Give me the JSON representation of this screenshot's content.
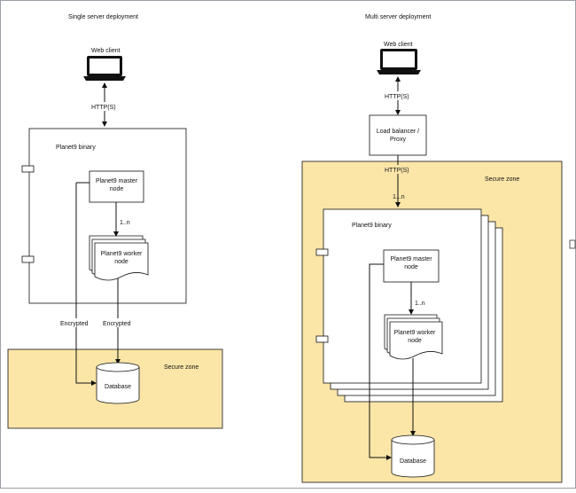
{
  "left": {
    "title": "Single server deployment",
    "web_client": "Web client",
    "http": "HTTP(S)",
    "binary": "Planet9 binary",
    "master_line1": "Planet9 master",
    "master_line2": "node",
    "multiplicity": "1..n",
    "worker_line1": "Planet9 worker",
    "worker_line2": "node",
    "encrypted_left": "Encrypted",
    "encrypted_right": "Encrypted",
    "secure_zone": "Secure zone",
    "database": "Database"
  },
  "right": {
    "title": "Multi server deployment",
    "web_client": "Web client",
    "http_top": "HTTP(S)",
    "lb_line1": "Load balancer /",
    "lb_line2": "Proxy",
    "http_bottom": "HTTP(S)",
    "multiplicity_top": "1...n",
    "secure_zone": "Secure zone",
    "binary": "Planet9 binary",
    "master_line1": "Planet9 master",
    "master_line2": "node",
    "multiplicity": "1..n",
    "worker_line1": "Planet9 worker",
    "worker_line2": "node",
    "database": "Database"
  },
  "colors": {
    "secure_zone_fill": "#fbe6a8",
    "stroke": "#111111",
    "frame": "#9aa0a6"
  }
}
